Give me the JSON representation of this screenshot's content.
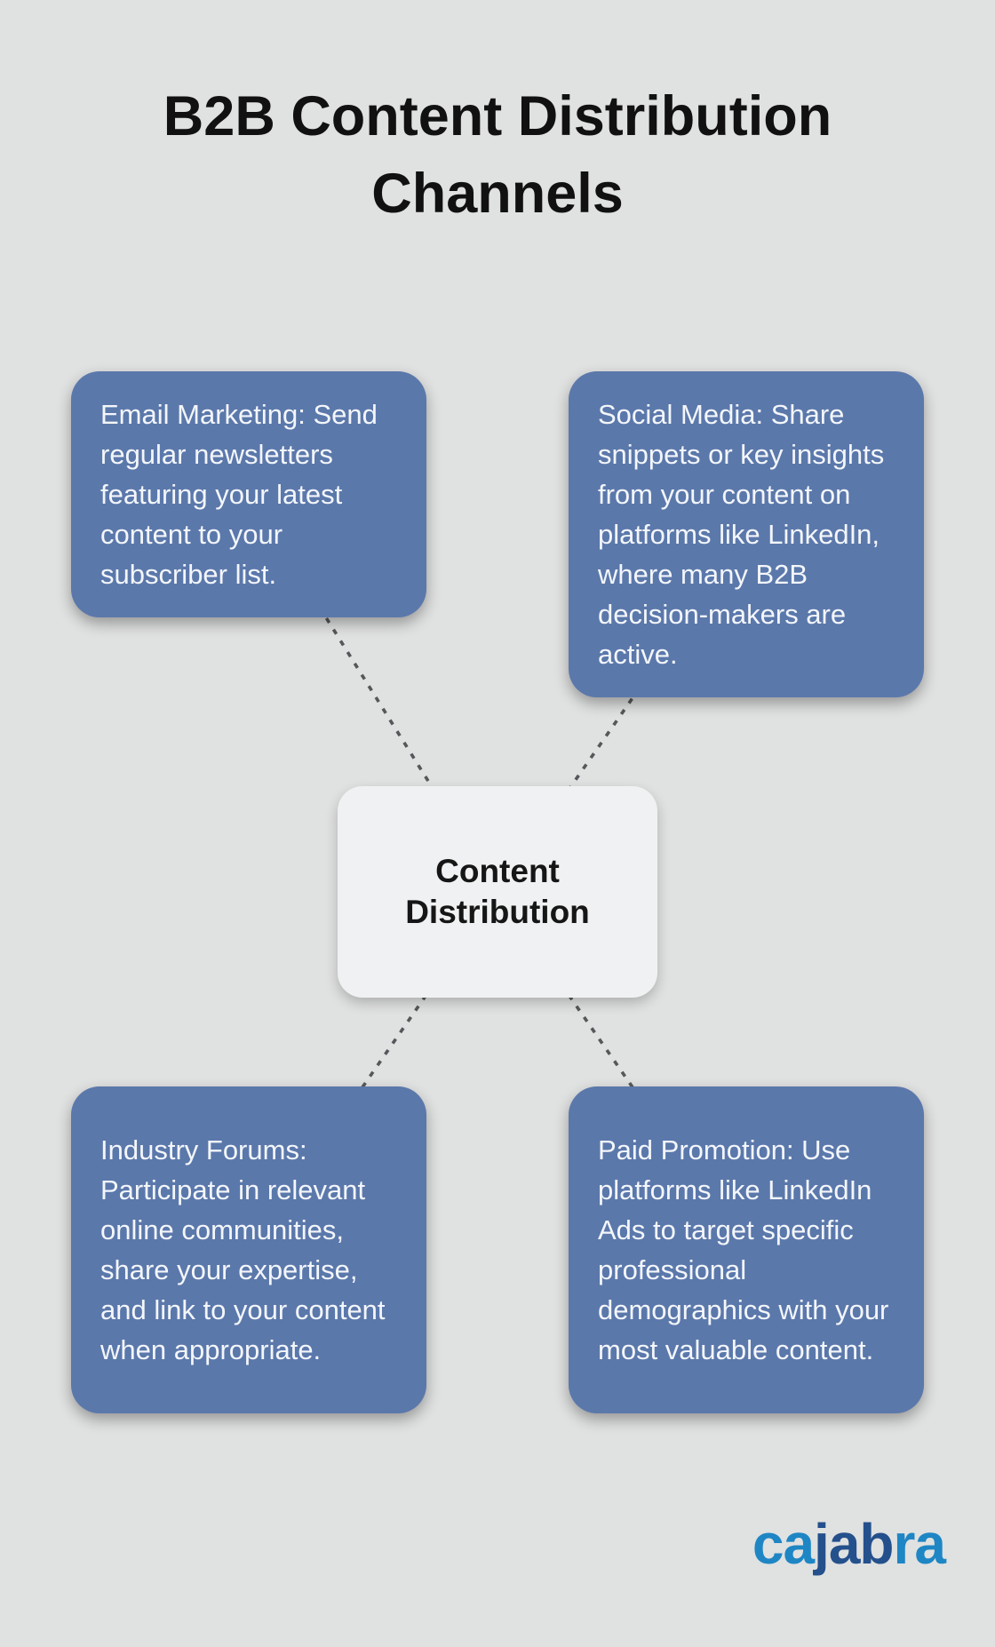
{
  "title": "B2B Content Distribution Channels",
  "center_node": {
    "label": "Content Distribution"
  },
  "nodes": [
    {
      "id": "email-marketing",
      "text": "Email Marketing: Send regular newsletters featuring your latest content to your subscriber list."
    },
    {
      "id": "social-media",
      "text": "Social Media: Share snippets or key insights from your content on platforms like LinkedIn, where many B2B decision-makers are active."
    },
    {
      "id": "industry-forums",
      "text": "Industry Forums: Participate in relevant online communities, share your expertise, and link to your content when appropriate."
    },
    {
      "id": "paid-promotion",
      "text": "Paid Promotion: Use platforms like LinkedIn Ads to target specific professional demographics with your most valuable content."
    }
  ],
  "logo": {
    "part1": "ca",
    "part2": "jab",
    "part3": "ra"
  },
  "colors": {
    "bg": "#e0e1e1",
    "node-fill": "#5b78ab",
    "node-text": "#f3f6fa",
    "center-fill": "#f0f1f2",
    "center-text": "#161616",
    "title-color": "#111111",
    "dash": "#55585a",
    "logo-light": "#1e86c4",
    "logo-dark": "#24508c"
  }
}
